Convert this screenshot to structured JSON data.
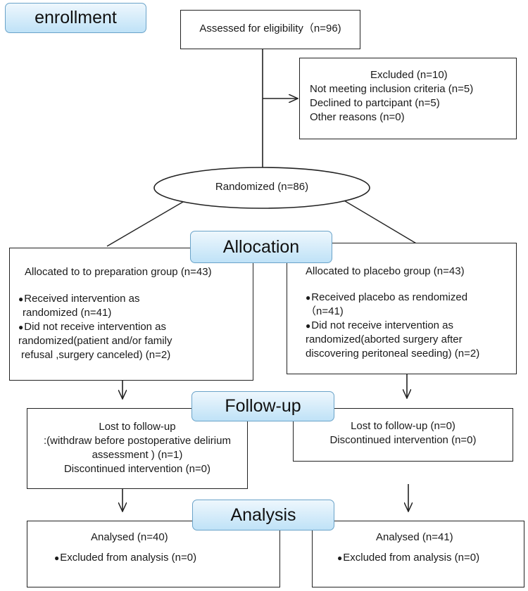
{
  "tags": {
    "enrollment": "enrollment",
    "allocation": "Allocation",
    "followup": "Follow-up",
    "analysis": "Analysis"
  },
  "assessed": "Assessed for eligibility（n=96)",
  "excluded": {
    "title": "Excluded (n=10)",
    "items": [
      "Not meeting inclusion criteria (n=5)",
      "Declined to partcipant (n=5)",
      "Other reasons (n=0)"
    ]
  },
  "randomized": "Randomized (n=86)",
  "left_alloc": {
    "title": "Allocated to to preparation group (n=43)",
    "bullet1": [
      "Received intervention as",
      "randomized (n=41)"
    ],
    "bullet2": [
      "Did not receive intervention as",
      "randomized(patient and/or family",
      "refusal ,surgery canceled) (n=2)"
    ]
  },
  "right_alloc": {
    "title": "Allocated to placebo group (n=43)",
    "bullet1": [
      "Received placebo as rendomized",
      "（n=41)"
    ],
    "bullet2": [
      "Did not receive intervention as",
      "randomized(aborted surgery after",
      "discovering peritoneal seeding) (n=2)"
    ]
  },
  "left_follow": [
    "Lost to follow-up",
    ":(withdraw before postoperative delirium",
    "assessment ) (n=1)",
    "Discontinued intervention (n=0)"
  ],
  "right_follow": [
    "Lost to follow-up (n=0)",
    "Discontinued intervention (n=0)"
  ],
  "left_analysis": {
    "title": "Analysed (n=40)",
    "item": "Excluded from analysis (n=0)"
  },
  "right_analysis": {
    "title": "Analysed (n=41)",
    "item": "Excluded from analysis (n=0)"
  },
  "bullet_glyph": "●"
}
